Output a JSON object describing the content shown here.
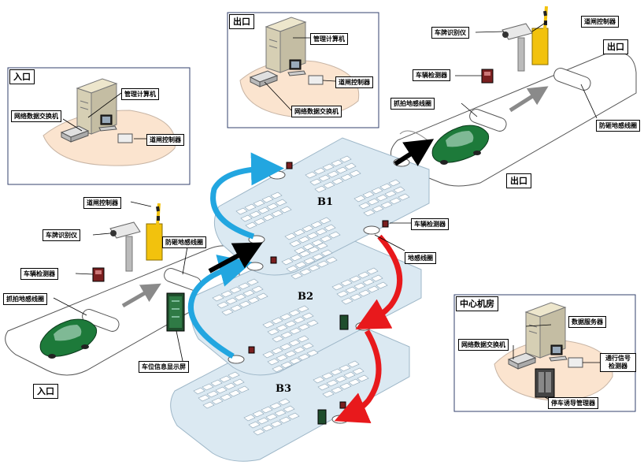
{
  "entrance_room": {
    "title": "入口",
    "pc": "管理计算机",
    "switch": "网络数据交换机",
    "gate": "道闸控制器"
  },
  "exit_room": {
    "title": "出口",
    "pc": "管理计算机",
    "switch": "网络数据交换机",
    "gate": "道闸控制器"
  },
  "center_room": {
    "title": "中心机房",
    "server": "数据服务器",
    "switch": "网络数据交换机",
    "detector": "通行信号检测器",
    "guide": "停车诱导管理器"
  },
  "exit_lane": {
    "plate": "车牌识别仪",
    "gate": "道闸控制器",
    "sign": "出口",
    "detector": "车辆检测器",
    "capture": "抓拍地感线圈",
    "anti": "防砸地感线圈",
    "bottom": "出口"
  },
  "entrance_lane": {
    "gate": "道闸控制器",
    "plate": "车牌识别仪",
    "anti": "防砸地感线圈",
    "detector": "车辆检测器",
    "capture": "抓拍地感线圈",
    "display": "车位信息显示屏",
    "bottom": "入口"
  },
  "floors": {
    "b1": "B1",
    "b2": "B2",
    "b3": "B3"
  },
  "ramp": {
    "detector": "车辆检测器",
    "loop": "地感线圈"
  },
  "colors": {
    "up": "#22a6e0",
    "down": "#e8191c",
    "black": "#000000",
    "floor": "#dbe9f2",
    "car": "#1d7a3a"
  }
}
